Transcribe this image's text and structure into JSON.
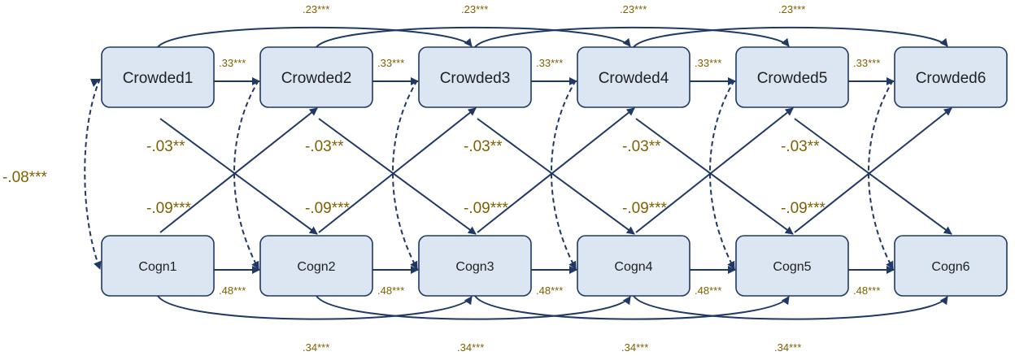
{
  "crowded_nodes": [
    "Crowded1",
    "Crowded2",
    "Crowded3",
    "Crowded4",
    "Crowded5",
    "Crowded6"
  ],
  "cogn_nodes": [
    "Cogn1",
    "Cogn2",
    "Cogn3",
    "Cogn4",
    "Cogn5",
    "Cogn6"
  ],
  "coefficients": {
    "crowded_autoregressive": [
      ".33***",
      ".33***",
      ".33***",
      ".33***",
      ".33***"
    ],
    "crowded_lag2": [
      ".23***",
      ".23***",
      ".23***",
      ".23***"
    ],
    "cogn_autoregressive": [
      ".48***",
      ".48***",
      ".48***",
      ".48***",
      ".48***"
    ],
    "cogn_lag2": [
      ".34***",
      ".34***",
      ".34***",
      ".34***"
    ],
    "crowded_to_cogn": [
      "-.03**",
      "-.03**",
      "-.03**",
      "-.03**",
      "-.03**"
    ],
    "cogn_to_crowded": [
      "-.09***",
      "-.09***",
      "-.09***",
      "-.09***",
      "-.09***"
    ],
    "initial_covariance": "-.08***"
  },
  "colors": {
    "node_fill": "#dce6f2",
    "node_border": "#1f3864",
    "arrow": "#1f3864",
    "coefficient_text": "#7f6000"
  }
}
